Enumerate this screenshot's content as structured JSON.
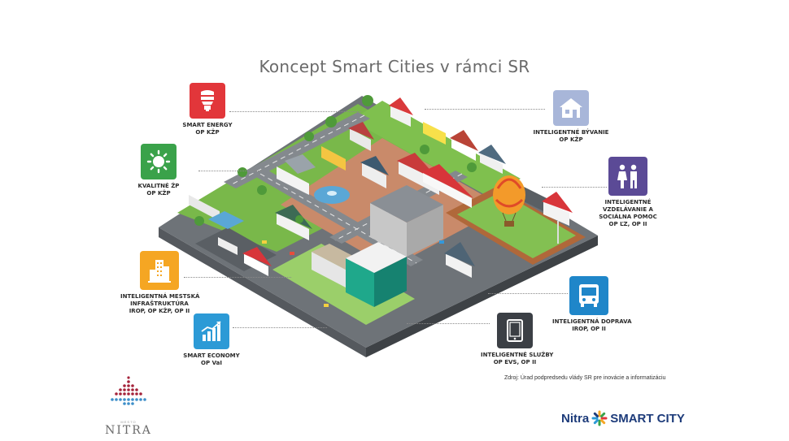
{
  "title": "Koncept Smart Cities v rámci SR",
  "items": [
    {
      "id": "energy",
      "lines": [
        "SMART ENERGY",
        "OP KŽP"
      ],
      "color": "#e2363a",
      "icon": "lightbulb-icon"
    },
    {
      "id": "zp",
      "lines": [
        "KVALITNÉ ŽP",
        "OP KŽP"
      ],
      "color": "#3aa24a",
      "icon": "sun-icon"
    },
    {
      "id": "infra",
      "lines": [
        "INTELIGENTNÁ MESTSKÁ",
        "INFRAŠTRUKTÚRA",
        "IROP, OP KŽP, OP II"
      ],
      "color": "#f5a623",
      "icon": "building-icon"
    },
    {
      "id": "economy",
      "lines": [
        "SMART ECONOMY",
        "OP VaI"
      ],
      "color": "#2c9ad6",
      "icon": "growth-chart-icon"
    },
    {
      "id": "byvanie",
      "lines": [
        "INTELIGENTNÉ BÝVANIE",
        "OP KŽP"
      ],
      "color": "#a8b6d9",
      "icon": "house-icon"
    },
    {
      "id": "vzdelavanie",
      "lines": [
        "INTELIGENTNÉ",
        "VZDELÁVANIE A",
        "SOCIÁLNA POMOC",
        "OP ĽZ, OP II"
      ],
      "color": "#5b4a96",
      "icon": "people-icon"
    },
    {
      "id": "doprava",
      "lines": [
        "INTELIGENTNÁ DOPRAVA",
        "IROP, OP II"
      ],
      "color": "#1f86c9",
      "icon": "bus-icon"
    },
    {
      "id": "sluzby",
      "lines": [
        "INTELIGENTNÉ SLUŽBY",
        "OP EVS, OP II"
      ],
      "color": "#3b3f45",
      "icon": "tablet-icon"
    }
  ],
  "source": "Zdroj: Úrad podpredsedu vlády SR pre inovácie a informatizáciu",
  "logo_nitra": {
    "small": "MESTO",
    "name": "NITRA"
  },
  "logo_smart": {
    "left": "Nitra",
    "right": "SMART CITY"
  }
}
